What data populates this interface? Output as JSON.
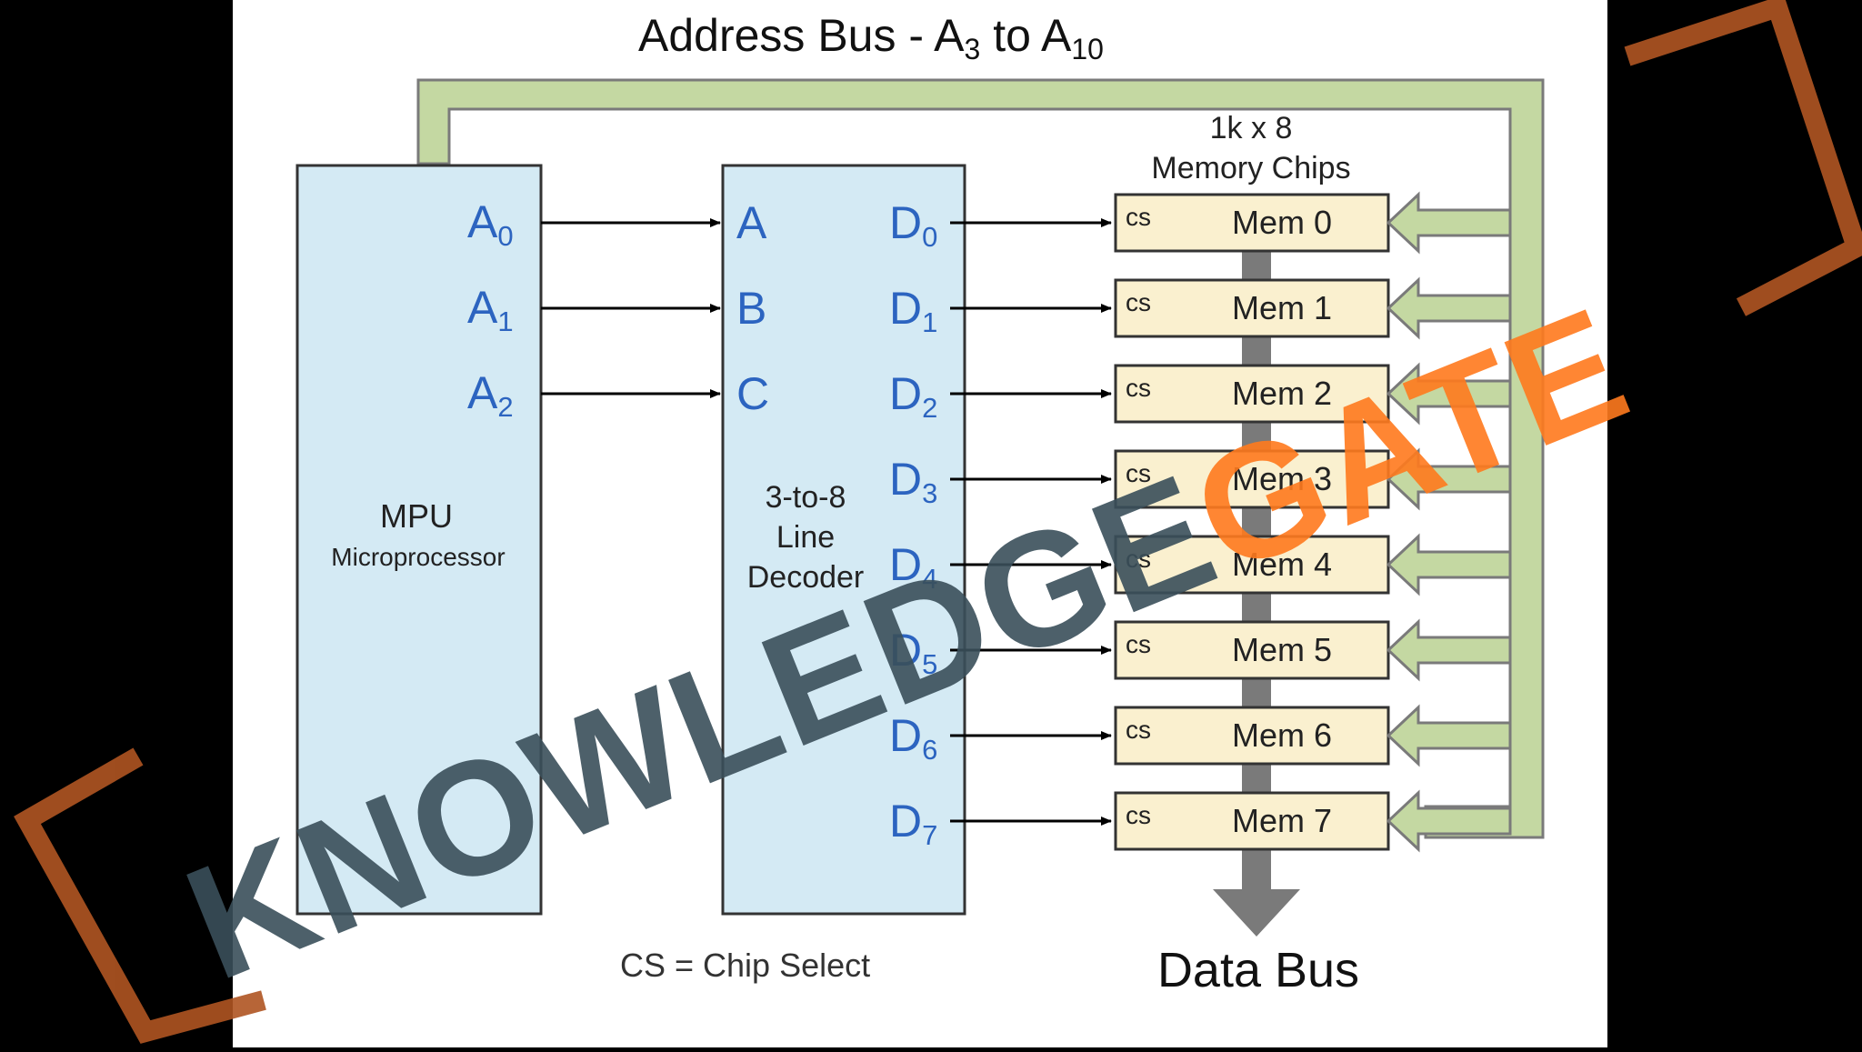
{
  "diagram": {
    "title": {
      "prefix": "Address Bus - A",
      "sub1": "3",
      "mid": " to A",
      "sub2": "10"
    },
    "mpu": {
      "name": "MPU",
      "subtitle": "Microprocessor",
      "pins": [
        {
          "base": "A",
          "sub": "0"
        },
        {
          "base": "A",
          "sub": "1"
        },
        {
          "base": "A",
          "sub": "2"
        }
      ]
    },
    "decoder": {
      "lines": [
        "3-to-8",
        "Line",
        "Decoder"
      ],
      "inputs": [
        "A",
        "B",
        "C"
      ],
      "output_base": "D",
      "output_subs": [
        "0",
        "1",
        "2",
        "3",
        "4",
        "5",
        "6",
        "7"
      ]
    },
    "memory_header": [
      "1k x 8",
      "Memory Chips"
    ],
    "chips": [
      {
        "cs": "cs",
        "label": "Mem  0"
      },
      {
        "cs": "cs",
        "label": "Mem  1"
      },
      {
        "cs": "cs",
        "label": "Mem  2"
      },
      {
        "cs": "cs",
        "label": "Mem  3"
      },
      {
        "cs": "cs",
        "label": "Mem  4"
      },
      {
        "cs": "cs",
        "label": "Mem  5"
      },
      {
        "cs": "cs",
        "label": "Mem  6"
      },
      {
        "cs": "cs",
        "label": "Mem  7"
      }
    ],
    "legend": "CS = Chip Select",
    "data_bus_label": "Data Bus"
  },
  "watermark": {
    "text": "KNOWLEDGEGATE"
  },
  "colors": {
    "background": "#ffffff",
    "side_bars": "#000000",
    "block_fill": "#d4eaf4",
    "chip_fill": "#faf0cf",
    "bus_fill": "#c4d8a2",
    "pin_text": "#2c64c0",
    "watermark_dark": "#3a4f5a",
    "watermark_orange": "#ff7a1e",
    "bracket": "#b05522"
  }
}
